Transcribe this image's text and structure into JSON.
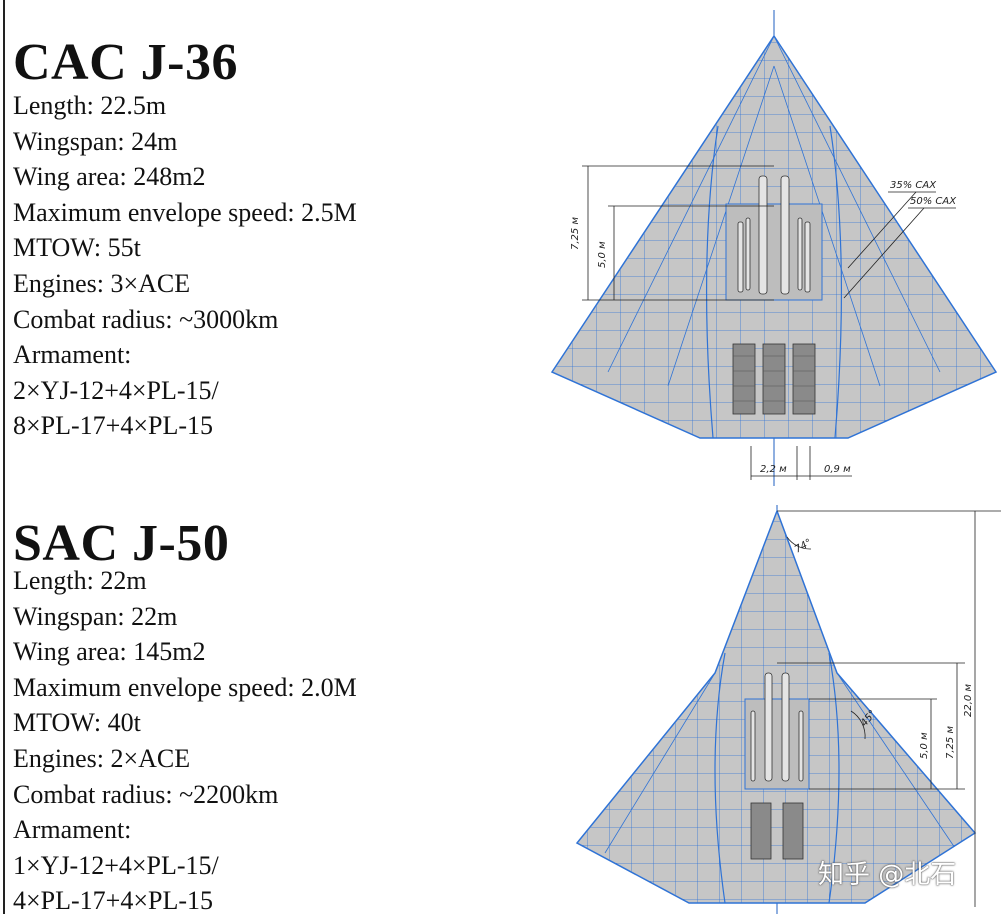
{
  "aircraft": [
    {
      "title": "CAC J-36",
      "specs": [
        "Length: 22.5m",
        "Wingspan: 24m",
        "Wing area: 248m2",
        "Maximum envelope speed: 2.5M",
        "MTOW: 55t",
        "Engines: 3×ACE",
        "Combat radius: ~3000km",
        "Armament:",
        "2×YJ-12+4×PL-15/",
        "8×PL-17+4×PL-15"
      ],
      "dims": {
        "bay_len_outer": "7,25 м",
        "bay_len_inner": "5,0 м",
        "cax35": "35% CAX",
        "cax50": "50% CAX",
        "width_center": "2,2 м",
        "width_side": "0,9 м"
      }
    },
    {
      "title": "SAC J-50",
      "specs": [
        "Length: 22m",
        "Wingspan: 22m",
        "Wing area: 145m2",
        "Maximum envelope speed: 2.0M",
        "MTOW: 40t",
        "Engines: 2×ACE",
        "Combat radius: ~2200km",
        "Armament:",
        "1×YJ-12+4×PL-15/",
        "4×PL-17+4×PL-15"
      ],
      "dims": {
        "nose_angle": "74°",
        "sweep_angle": "45°",
        "bay_len_inner": "5,0 м",
        "bay_len_outer": "7,25 м",
        "total_len": "22,0 м"
      }
    }
  ],
  "watermark": "知乎 @北石",
  "colors": {
    "airframe_fill": "#c6c6c6",
    "line_blue": "#2f73d6",
    "dim_line": "#222222"
  }
}
